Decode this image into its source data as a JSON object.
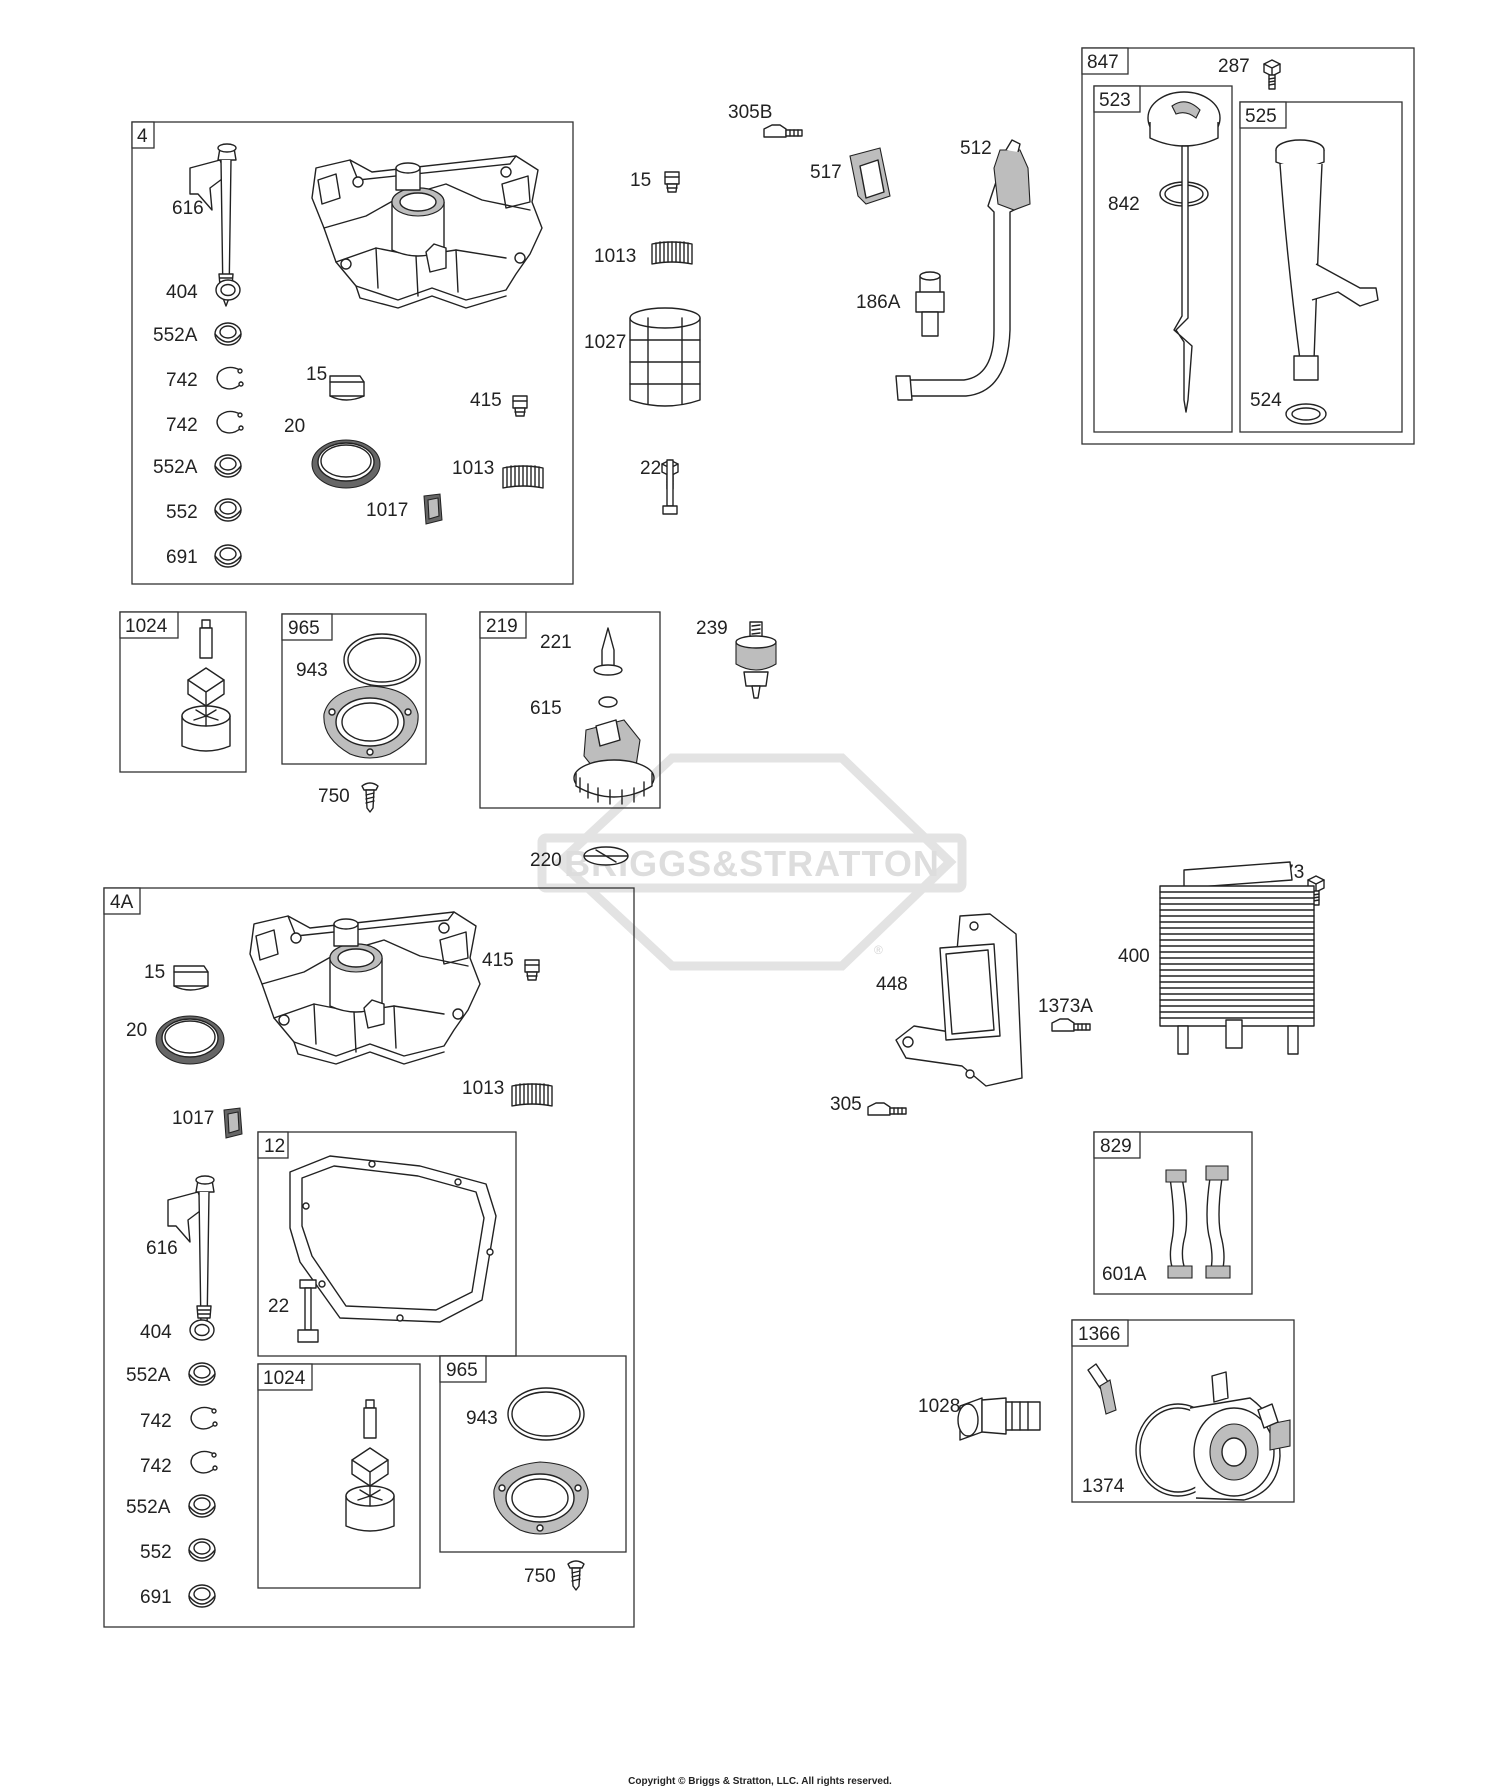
{
  "watermark": {
    "brand": "BRIGGS&STRATTON",
    "mark": "®"
  },
  "copyright": "Copyright © Briggs & Stratton, LLC. All rights reserved.",
  "kits": {
    "k4": "4",
    "k4A": "4A",
    "k847": "847",
    "k523": "523",
    "k525": "525",
    "k1024a": "1024",
    "k965a": "965",
    "k219": "219",
    "k12": "12",
    "k1024b": "1024",
    "k965b": "965",
    "k829": "829",
    "k1366": "1366"
  },
  "labels": {
    "l616a": "616",
    "l404a": "404",
    "l552Aa": "552A",
    "l742a": "742",
    "l742b": "742",
    "l552Ab": "552A",
    "l552a": "552",
    "l691a": "691",
    "l15a": "15",
    "l20a": "20",
    "l415a": "415",
    "l1013a": "1013",
    "l1017a": "1017",
    "l15b": "15",
    "l1013b": "1013",
    "l1027": "1027",
    "l22a": "22",
    "l305B": "305B",
    "l517": "517",
    "l186A": "186A",
    "l512": "512",
    "l287": "287",
    "l842": "842",
    "l524": "524",
    "l943a": "943",
    "l750a": "750",
    "l221": "221",
    "l615": "615",
    "l239": "239",
    "l220": "220",
    "l15c": "15",
    "l20b": "20",
    "l1017b": "1017",
    "l415b": "415",
    "l1013c": "1013",
    "l616b": "616",
    "l22b": "22",
    "l404b": "404",
    "l552Ac": "552A",
    "l742c": "742",
    "l742d": "742",
    "l552Ad": "552A",
    "l552b": "552",
    "l691b": "691",
    "l943b": "943",
    "l750b": "750",
    "l448": "448",
    "l1373": "1373",
    "l400": "400",
    "l1373A": "1373A",
    "l305": "305",
    "l601A": "601A",
    "l1028": "1028",
    "l1374": "1374"
  }
}
